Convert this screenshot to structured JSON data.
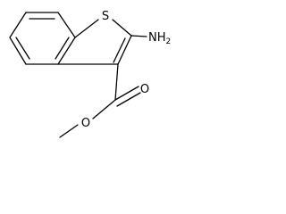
{
  "molecule": {
    "atoms": {
      "sulfur": "S",
      "amino": "NH",
      "amino_subscript": "2",
      "carbonyl_oxygen": "O",
      "ester_oxygen": "O"
    }
  }
}
